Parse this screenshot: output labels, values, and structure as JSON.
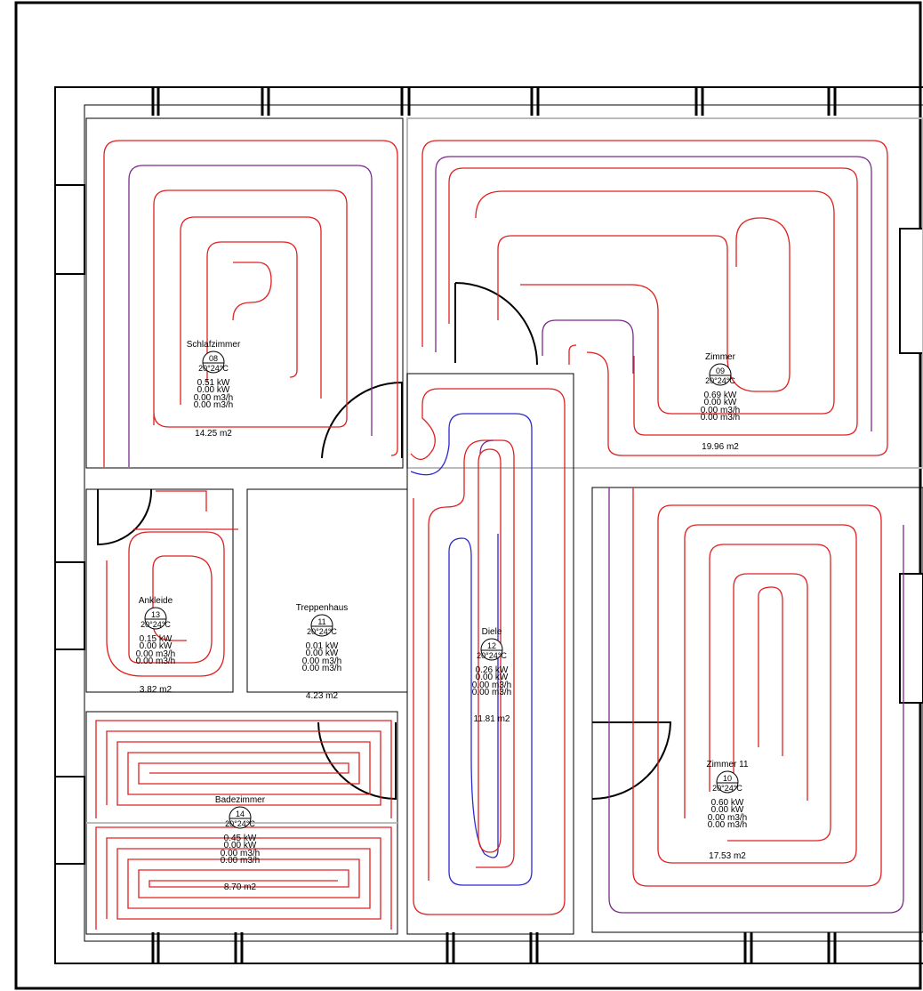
{
  "rooms": [
    {
      "id": "schlafzimmer",
      "name": "Schlafzimmer",
      "num": "08",
      "temp": "20°24°C",
      "kw1": "0.51  kW",
      "kw2": "0.00  kW",
      "m1": "0.00  m3/h",
      "m2": "0.00  m3/h",
      "area": "14.25  m2"
    },
    {
      "id": "zimmer09",
      "name": "Zimmer",
      "num": "09",
      "temp": "20°24°C",
      "kw1": "0.69  kW",
      "kw2": "0.00  kW",
      "m1": "0.00  m3/h",
      "m2": "0.00  m3/h",
      "area": "19.96  m2"
    },
    {
      "id": "ankleide",
      "name": "Ankleide",
      "num": "13",
      "temp": "20°24°C",
      "kw1": "0.15  kW",
      "kw2": "0.00  kW",
      "m1": "0.00  m3/h",
      "m2": "0.00  m3/h",
      "area": "3.82  m2"
    },
    {
      "id": "treppenhaus",
      "name": "Treppenhaus",
      "num": "11",
      "temp": "20°24°C",
      "kw1": "0.01  kW",
      "kw2": "0.00  kW",
      "m1": "0.00  m3/h",
      "m2": "0.00  m3/h",
      "area": "4.23  m2"
    },
    {
      "id": "diele",
      "name": "Diele",
      "num": "12",
      "temp": "20°24°C",
      "kw1": "0.26  kW",
      "kw2": "0.00  kW",
      "m1": "0.00  m3/h",
      "m2": "0.00  m3/h",
      "area": "11.81  m2"
    },
    {
      "id": "zimmer11",
      "name": "Zimmer  11",
      "num": "10",
      "temp": "20°24°C",
      "kw1": "0.60  kW",
      "kw2": "0.00  kW",
      "m1": "0.00  m3/h",
      "m2": "0.00  m3/h",
      "area": "17.53  m2"
    },
    {
      "id": "badezimmer",
      "name": "Badezimmer",
      "num": "14",
      "temp": "20°24°C",
      "kw1": "0.45  kW",
      "kw2": "0.00  kW",
      "m1": "0.00  m3/h",
      "m2": "0.00  m3/h",
      "area": "8.70  m2"
    }
  ],
  "colors": {
    "pipe_supply": "#e02020",
    "pipe_return": "#7a2a8a",
    "pipe_diele": "#2a2ad0",
    "wall": "#000000",
    "partition": "#bbbbbb"
  }
}
